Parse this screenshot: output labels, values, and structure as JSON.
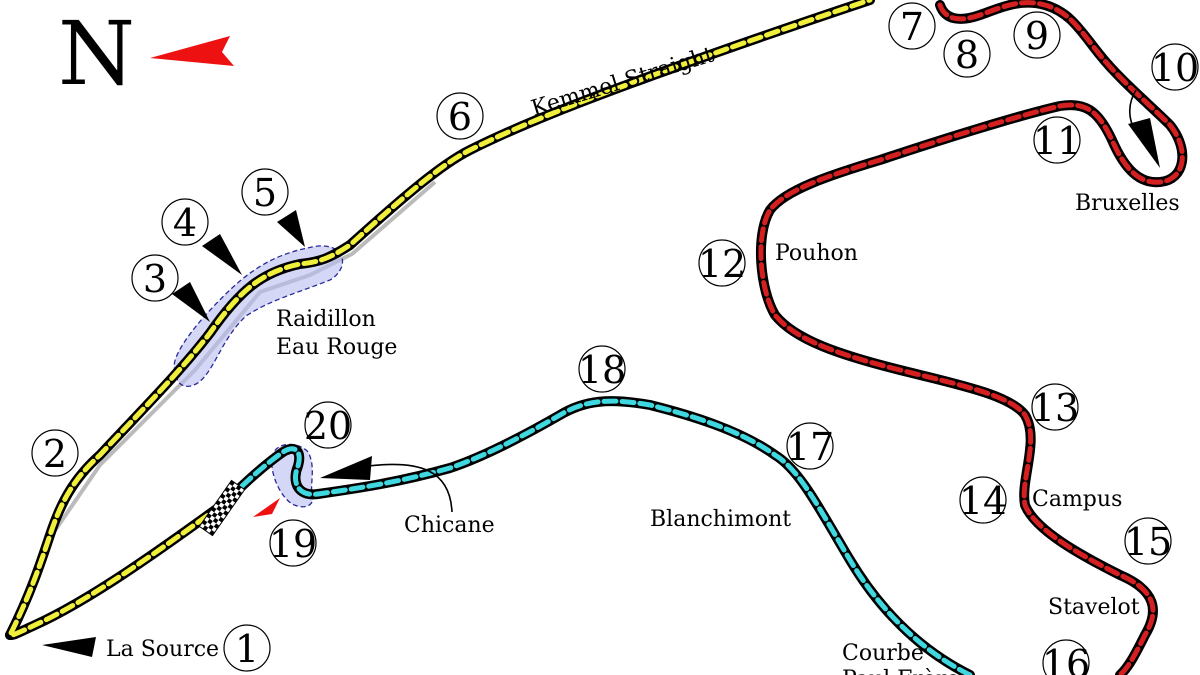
{
  "north": {
    "letter": "N"
  },
  "colors": {
    "sector1": "#f0f03c",
    "sector2": "#d42020",
    "sector3": "#40d8e0",
    "outline": "#000000",
    "old_track": "#bbbbbb",
    "highlight": "#b8bcef",
    "arrow_red": "#ee1111"
  },
  "turns": [
    {
      "n": "1"
    },
    {
      "n": "2"
    },
    {
      "n": "3"
    },
    {
      "n": "4"
    },
    {
      "n": "5"
    },
    {
      "n": "6"
    },
    {
      "n": "7"
    },
    {
      "n": "8"
    },
    {
      "n": "9"
    },
    {
      "n": "10"
    },
    {
      "n": "11"
    },
    {
      "n": "12"
    },
    {
      "n": "13"
    },
    {
      "n": "14"
    },
    {
      "n": "15"
    },
    {
      "n": "16"
    },
    {
      "n": "17"
    },
    {
      "n": "18"
    },
    {
      "n": "19"
    },
    {
      "n": "20"
    }
  ],
  "labels": {
    "la_source": "La Source",
    "kemmel": "Kemmel Straight",
    "raidillon": "Raidillon",
    "eau_rouge": "Eau Rouge",
    "bruxelles": "Bruxelles",
    "pouhon": "Pouhon",
    "campus": "Campus",
    "stavelot": "Stavelot",
    "blanchimont": "Blanchimont",
    "chicane": "Chicane",
    "courbe": "Courbe",
    "paul_frere": "Paul Frère"
  },
  "icons": {
    "north_arrow": "north-arrow-icon",
    "start_finish": "checkered-flag-icon",
    "direction_arrow": "direction-arrow-icon"
  }
}
